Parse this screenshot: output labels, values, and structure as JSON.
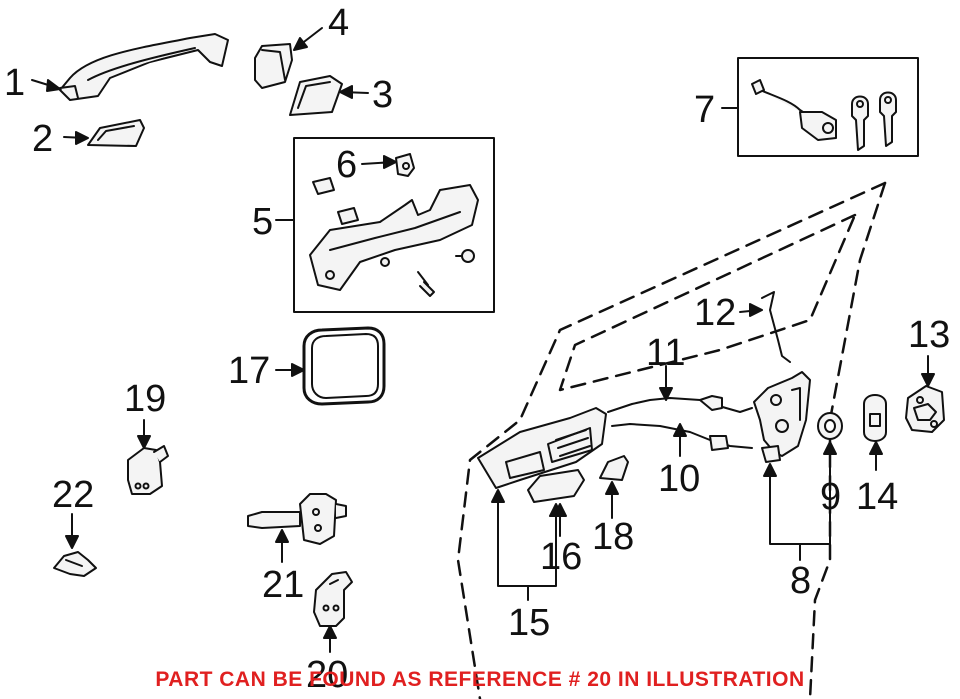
{
  "callouts": {
    "c1": "1",
    "c2": "2",
    "c3": "3",
    "c4": "4",
    "c5": "5",
    "c6": "6",
    "c7": "7",
    "c8": "8",
    "c9": "9",
    "c10": "10",
    "c11": "11",
    "c12": "12",
    "c13": "13",
    "c14": "14",
    "c15": "15",
    "c16": "16",
    "c17": "17",
    "c18": "18",
    "c19": "19",
    "c20": "20",
    "c21": "21",
    "c22": "22"
  },
  "footer": {
    "text": "PART CAN BE FOUND AS REFERENCE # 20 IN ILLUSTRATION",
    "color": "#e02020"
  },
  "colors": {
    "line": "#111111",
    "background": "#ffffff",
    "part_fill": "#f4f4f4"
  }
}
